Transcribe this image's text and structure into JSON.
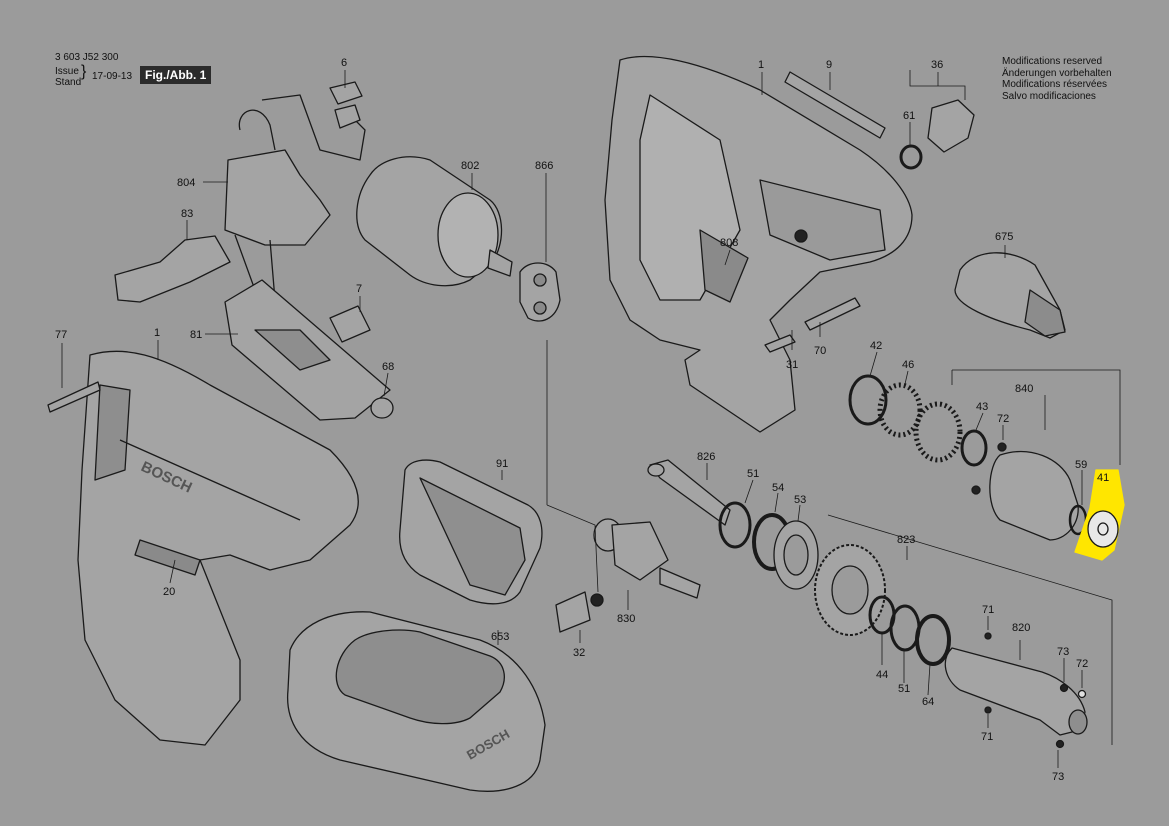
{
  "header": {
    "doc_number": "3 603 J52 300",
    "issue_label": "Issue",
    "stand_label": "Stand",
    "date": "17-09-13",
    "figure": "Fig./Abb. 1"
  },
  "notice": {
    "lines": [
      "Modifications reserved",
      "Änderungen vorbehalten",
      "Modifications réservées",
      "Salvo modificaciones"
    ]
  },
  "brand": {
    "text": "BOSCH"
  },
  "highlight": {
    "part": "41",
    "color": "#ffe600"
  },
  "colors": {
    "background": "#9b9b9b",
    "line": "#1a1a1a",
    "part_fill": "#a4a4a4"
  },
  "parts": {
    "p1a": "1",
    "p9": "9",
    "p36": "36",
    "p61": "61",
    "p6": "6",
    "p802": "802",
    "p866": "866",
    "p804": "804",
    "p83": "83",
    "p808": "808",
    "p675": "675",
    "p7": "7",
    "p81": "81",
    "p77": "77",
    "p1b": "1",
    "p68": "68",
    "p31": "31",
    "p70": "70",
    "p42": "42",
    "p46": "46",
    "p840": "840",
    "p43": "43",
    "p72a": "72",
    "p91": "91",
    "p826": "826",
    "p51a": "51",
    "p54": "54",
    "p53": "53",
    "p59": "59",
    "p41": "41",
    "p20": "20",
    "p823": "823",
    "p830": "830",
    "p32": "32",
    "p653": "653",
    "p71a": "71",
    "p820": "820",
    "p44": "44",
    "p51b": "51",
    "p64": "64",
    "p73a": "73",
    "p72b": "72",
    "p71b": "71",
    "p73b": "73"
  }
}
